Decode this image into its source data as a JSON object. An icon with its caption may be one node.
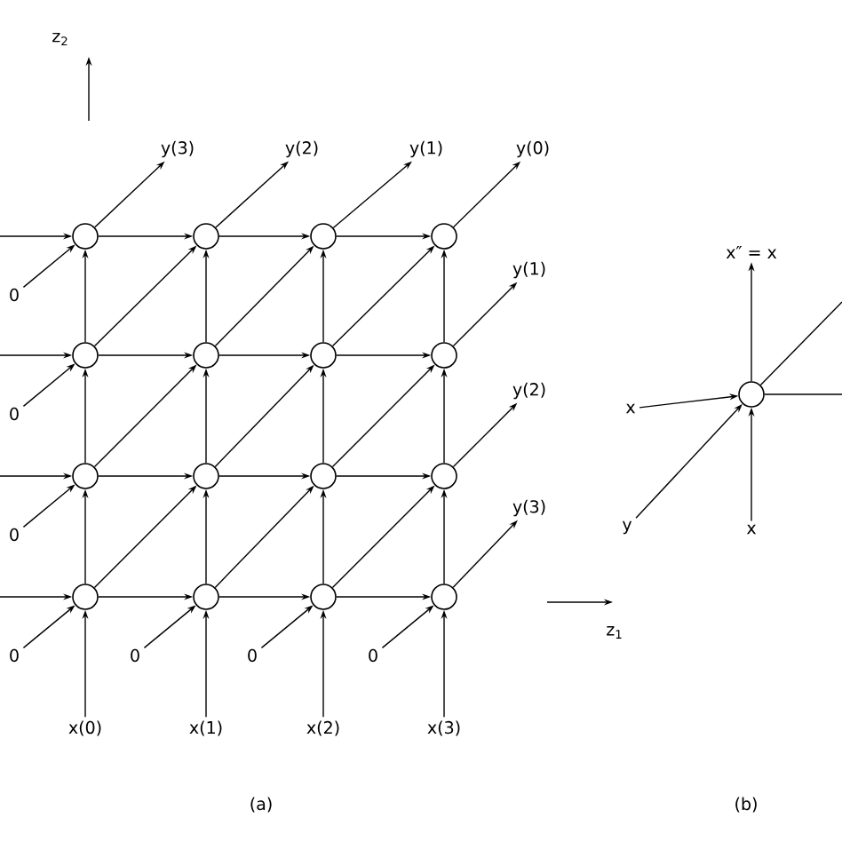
{
  "diagram": {
    "nodes": [
      {
        "text": [],
        "shape": "circle"
      },
      {
        "text": [],
        "shape": "circle"
      },
      {
        "text": [],
        "shape": "circle"
      },
      {
        "text": [],
        "shape": "circle"
      },
      {
        "text": [],
        "shape": "circle"
      },
      {
        "text": [],
        "shape": "circle"
      },
      {
        "text": [],
        "shape": "circle"
      },
      {
        "text": [],
        "shape": "circle"
      },
      {
        "text": [],
        "shape": "circle"
      },
      {
        "text": [],
        "shape": "circle"
      },
      {
        "text": [],
        "shape": "circle"
      },
      {
        "text": [],
        "shape": "circle"
      },
      {
        "text": [],
        "shape": "circle"
      },
      {
        "text": [],
        "shape": "circle"
      },
      {
        "text": [],
        "shape": "circle"
      },
      {
        "text": [],
        "shape": "circle"
      },
      {
        "text": [
          "y(3)"
        ]
      },
      {
        "text": [
          "y(2)"
        ]
      },
      {
        "text": [
          "y(1)"
        ]
      },
      {
        "text": [
          "y(0)"
        ]
      },
      {
        "text": [
          "y(1)"
        ]
      },
      {
        "text": [
          "y(2)"
        ]
      },
      {
        "text": [
          "y(3)"
        ]
      },
      {
        "text": [
          "0"
        ]
      },
      {
        "text": [
          "0"
        ]
      },
      {
        "text": [
          "0"
        ]
      },
      {
        "text": [
          "0"
        ]
      },
      {
        "text": [
          "0"
        ]
      },
      {
        "text": [
          "0"
        ]
      },
      {
        "text": [
          "0"
        ]
      },
      {
        "text": [
          "x(0)"
        ]
      },
      {
        "text": [
          "x(1)"
        ]
      },
      {
        "text": [
          "x(2)"
        ]
      },
      {
        "text": [
          "x(3)"
        ]
      },
      {
        "text": [],
        "shape": "circle"
      },
      {
        "text": [
          "x″ = x"
        ]
      },
      {
        "text": [
          "x"
        ]
      },
      {
        "text": [
          "y"
        ]
      },
      {
        "text": [
          "x"
        ]
      }
    ],
    "edges": [
      {
        "from": null,
        "to": 0,
        "arrow": "to"
      },
      {
        "from": 0,
        "to": 1,
        "arrow": "to"
      },
      {
        "from": 1,
        "to": 2,
        "arrow": "to"
      },
      {
        "from": 2,
        "to": 3,
        "arrow": "to"
      },
      {
        "from": null,
        "to": 4,
        "arrow": "to"
      },
      {
        "from": 4,
        "to": 5,
        "arrow": "to"
      },
      {
        "from": 5,
        "to": 6,
        "arrow": "to"
      },
      {
        "from": 6,
        "to": 7,
        "arrow": "to"
      },
      {
        "from": null,
        "to": 8,
        "arrow": "to"
      },
      {
        "from": 8,
        "to": 9,
        "arrow": "to"
      },
      {
        "from": 9,
        "to": 10,
        "arrow": "to"
      },
      {
        "from": 10,
        "to": 11,
        "arrow": "to"
      },
      {
        "from": null,
        "to": 12,
        "arrow": "to"
      },
      {
        "from": 12,
        "to": 13,
        "arrow": "to"
      },
      {
        "from": 13,
        "to": 14,
        "arrow": "to"
      },
      {
        "from": 14,
        "to": 15,
        "arrow": "to"
      },
      {
        "from": 30,
        "to": 12,
        "arrow": "to"
      },
      {
        "from": 12,
        "to": 8,
        "arrow": "to"
      },
      {
        "from": 8,
        "to": 4,
        "arrow": "to"
      },
      {
        "from": 4,
        "to": 0,
        "arrow": "to"
      },
      {
        "from": 31,
        "to": 13,
        "arrow": "to"
      },
      {
        "from": 13,
        "to": 9,
        "arrow": "to"
      },
      {
        "from": 9,
        "to": 5,
        "arrow": "to"
      },
      {
        "from": 5,
        "to": 1,
        "arrow": "to"
      },
      {
        "from": 32,
        "to": 14,
        "arrow": "to"
      },
      {
        "from": 14,
        "to": 10,
        "arrow": "to"
      },
      {
        "from": 10,
        "to": 6,
        "arrow": "to"
      },
      {
        "from": 6,
        "to": 2,
        "arrow": "to"
      },
      {
        "from": 33,
        "to": 15,
        "arrow": "to"
      },
      {
        "from": 15,
        "to": 11,
        "arrow": "to"
      },
      {
        "from": 11,
        "to": 7,
        "arrow": "to"
      },
      {
        "from": 7,
        "to": 3,
        "arrow": "to"
      },
      {
        "from": 23,
        "to": 0,
        "arrow": "to"
      },
      {
        "from": 24,
        "to": 4,
        "arrow": "to"
      },
      {
        "from": 25,
        "to": 8,
        "arrow": "to"
      },
      {
        "from": 26,
        "to": 12,
        "arrow": "to"
      },
      {
        "from": 27,
        "to": 13,
        "arrow": "to"
      },
      {
        "from": 28,
        "to": 14,
        "arrow": "to"
      },
      {
        "from": 29,
        "to": 15,
        "arrow": "to"
      },
      {
        "from": 4,
        "to": 1,
        "arrow": "to"
      },
      {
        "from": 5,
        "to": 2,
        "arrow": "to"
      },
      {
        "from": 6,
        "to": 3,
        "arrow": "to"
      },
      {
        "from": 8,
        "to": 5,
        "arrow": "to"
      },
      {
        "from": 9,
        "to": 6,
        "arrow": "to"
      },
      {
        "from": 10,
        "to": 7,
        "arrow": "to"
      },
      {
        "from": 12,
        "to": 9,
        "arrow": "to"
      },
      {
        "from": 13,
        "to": 10,
        "arrow": "to"
      },
      {
        "from": 14,
        "to": 11,
        "arrow": "to"
      },
      {
        "from": 0,
        "to": 16,
        "arrow": "to"
      },
      {
        "from": 1,
        "to": 17,
        "arrow": "to"
      },
      {
        "from": 2,
        "to": 18,
        "arrow": "to"
      },
      {
        "from": 3,
        "to": 19,
        "arrow": "to"
      },
      {
        "from": 7,
        "to": 20,
        "arrow": "to"
      },
      {
        "from": 11,
        "to": 21,
        "arrow": "to"
      },
      {
        "from": 15,
        "to": 22,
        "arrow": "to"
      },
      {
        "from": 36,
        "to": 34,
        "arrow": "to"
      },
      {
        "from": 38,
        "to": 34,
        "arrow": "to"
      },
      {
        "from": 37,
        "to": 34,
        "arrow": "to"
      },
      {
        "from": 34,
        "to": 35,
        "arrow": "to"
      },
      {
        "from": 34,
        "to": null,
        "arrow": "none"
      },
      {
        "from": 34,
        "to": null,
        "arrow": "none"
      }
    ],
    "labels": [
      "z$_{2}$",
      "z$_{1}$",
      "(a)",
      "(b)"
    ]
  }
}
